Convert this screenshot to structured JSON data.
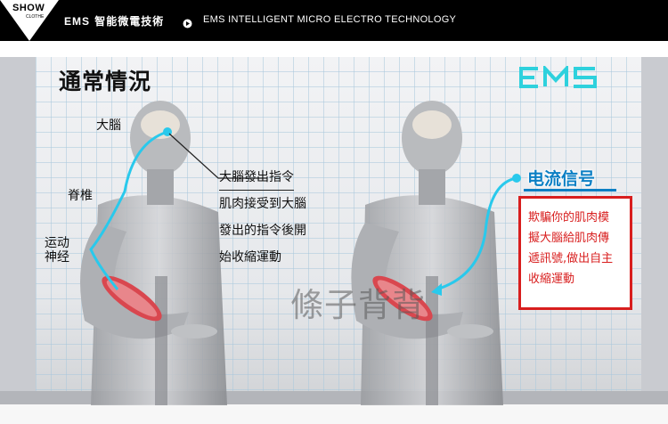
{
  "banner": {
    "logo_top": "SHOW",
    "logo_bottom": "CLOTHE",
    "brand_latin": "EMS",
    "brand_cn": "智能微電技術",
    "subtitle_en": "EMS INTELLIGENT MICRO ELECTRO TECHNOLOGY"
  },
  "main": {
    "title": "通常情況",
    "ems_logo": "EMS",
    "labels": {
      "brain": "大腦",
      "spine": "脊椎",
      "motor_nerve_1": "运动",
      "motor_nerve_2": "神经"
    },
    "description": [
      "大腦發出指令",
      "肌肉接受到大腦",
      "發出的指令後開",
      "始收縮運動"
    ],
    "watermark": "條子背背",
    "signal_label": "电流信号",
    "ems_description": [
      "欺騙你的肌肉模",
      "擬大腦給肌肉傳",
      "遞訊號,做出自主",
      "收縮運動"
    ]
  },
  "colors": {
    "banner_bg": "#000000",
    "accent_cyan": "#2ed1dd",
    "signal_blue": "#0b7fc4",
    "nerve_cyan": "#29c9ec",
    "muscle_red": "#d9474f",
    "box_red": "#d81e1e"
  },
  "icons": {
    "banner_bullet": "circle-arrow-icon",
    "logo": "triangle-logo-icon"
  }
}
